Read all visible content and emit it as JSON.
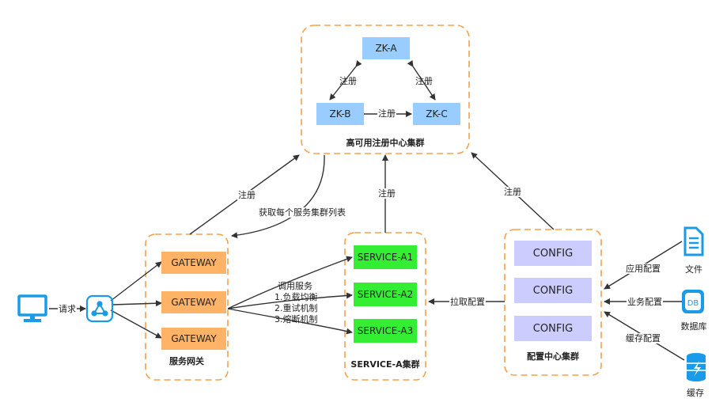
{
  "registry": {
    "title": "高可用注册中心集群",
    "nodes": [
      "ZK-A",
      "ZK-B",
      "ZK-C"
    ],
    "edge_label": "注册"
  },
  "gateway": {
    "title": "服务网关",
    "nodes": [
      "GATEWAY",
      "GATEWAY",
      "GATEWAY"
    ]
  },
  "service": {
    "title": "SERVICE-A集群",
    "nodes": [
      "SERVICE-A1",
      "SERVICE-A2",
      "SERVICE-A3"
    ]
  },
  "config": {
    "title": "配置中心集群",
    "nodes": [
      "CONFIG",
      "CONFIG",
      "CONFIG"
    ]
  },
  "edges": {
    "gateway_register": "注册",
    "gateway_fetch": "获取每个服务集群列表",
    "service_register": "注册",
    "config_register": "注册",
    "request": "请求",
    "invoke": [
      "调用服务",
      "1.负载均衡",
      "2.重试机制",
      "3.熔断机制"
    ],
    "pull_config": "拉取配置",
    "app_config": "应用配置",
    "biz_config": "业务配置",
    "cache_config": "缓存配置"
  },
  "sources": {
    "file": "文件",
    "db": "数据库",
    "db_icon_text": "DB",
    "cache": "缓存"
  },
  "icons": {
    "client": "monitor-icon",
    "balancer": "share-network-icon",
    "file": "file-document-icon",
    "db": "database-icon",
    "cache": "cache-storage-icon"
  },
  "colors": {
    "cluster_border": "#f5a04a",
    "zk": "#99ccff",
    "gateway": "#ffb366",
    "service": "#33ee33",
    "config": "#ccccff",
    "icon": "#1a9be8",
    "arrow": "#333333"
  }
}
